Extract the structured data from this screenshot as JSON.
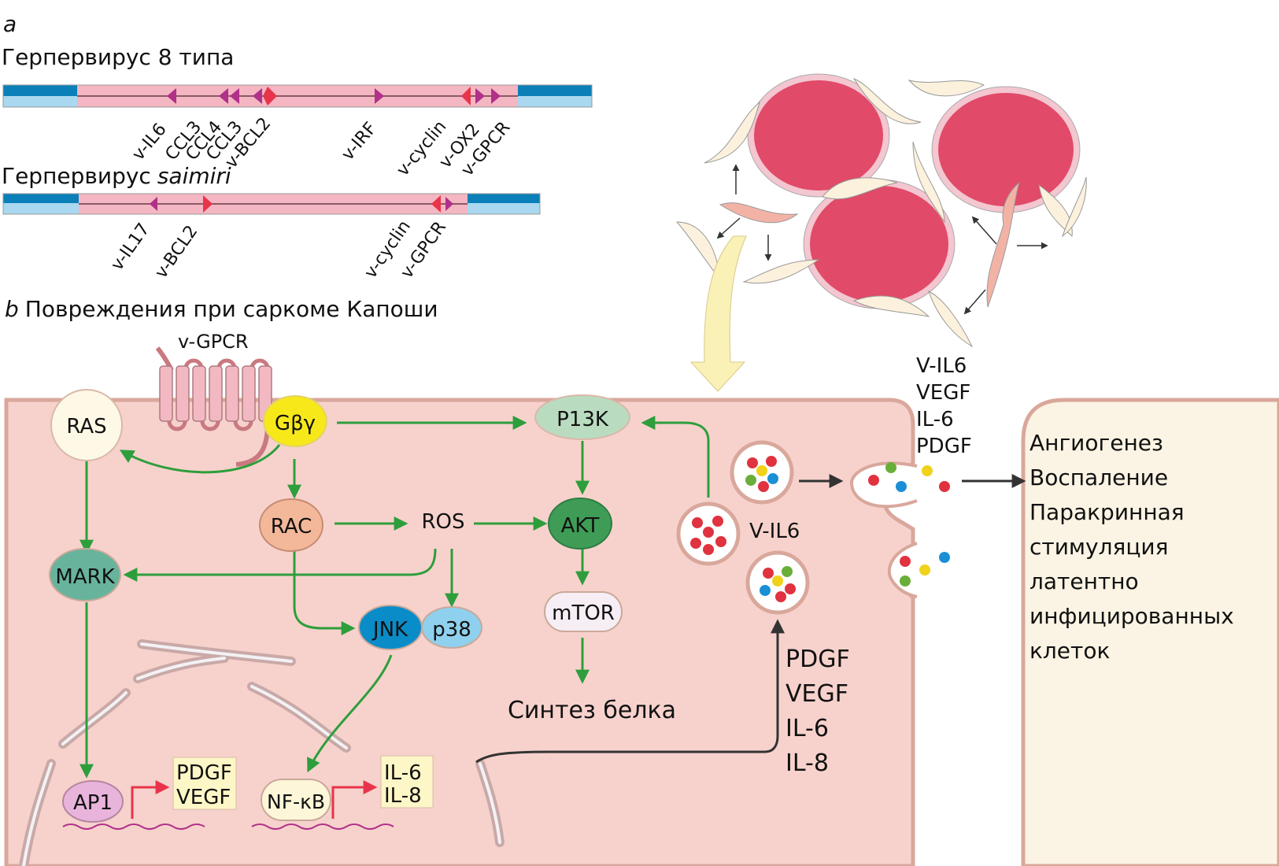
{
  "panel_a": {
    "label": "a",
    "hhv8": {
      "title": "Герпервирус 8 типа",
      "genes": [
        "v-IL6",
        "CCL3",
        "CCL4",
        "CCL3",
        "v-BCL2",
        "v-IRF",
        "v-cyclin",
        "v-OX2",
        "v-GPCR"
      ]
    },
    "hvs": {
      "title_prefix": "Герпервирус",
      "title_italic": "saimiri",
      "genes": [
        "v-IL17",
        "v-BCL2",
        "v-cyclin",
        "v-GPCR"
      ]
    }
  },
  "panel_b": {
    "label": "b",
    "title": "Повреждения при саркоме Капоши",
    "receptor_label": "v-GPCR",
    "nodes": {
      "ras": "RAS",
      "gbg": "Gβγ",
      "pi3k": "P13K",
      "rac": "RAC",
      "ros": "ROS",
      "akt": "AKT",
      "mark": "MARK",
      "jnk": "JNK",
      "p38": "p38",
      "mtor": "mTOR",
      "protein_synthesis": "Синтез белка",
      "ap1": "AP1",
      "nfkb": "NF-κB"
    },
    "gene_boxes": {
      "ap1_targets": [
        "PDGF",
        "VEGF"
      ],
      "nfkb_targets": [
        "IL-6",
        "IL-8"
      ]
    },
    "vesicle_label": "V-IL6",
    "secretion_input": [
      "PDGF",
      "VEGF",
      "IL-6",
      "IL-8"
    ],
    "secreted_factors": [
      "V-IL6",
      "VEGF",
      "IL-6",
      "PDGF"
    ],
    "outcomes": [
      "Ангиогенез",
      "Воспаление",
      "Паракринная",
      "стимуляция",
      "латентно",
      "инфицированных",
      "клеток"
    ]
  },
  "colors": {
    "cell_fill": "#f7d2cc",
    "membrane": "#d9a79b",
    "green_arrow": "#2e9e3c",
    "red_arrow": "#e8344a",
    "genome_blue": "#0a7fb8",
    "genome_light_blue": "#a9d8f0",
    "genome_pink": "#f4b6c2",
    "vessel_red": "#e14a68",
    "target_cell_fill": "#fbf4e4"
  }
}
